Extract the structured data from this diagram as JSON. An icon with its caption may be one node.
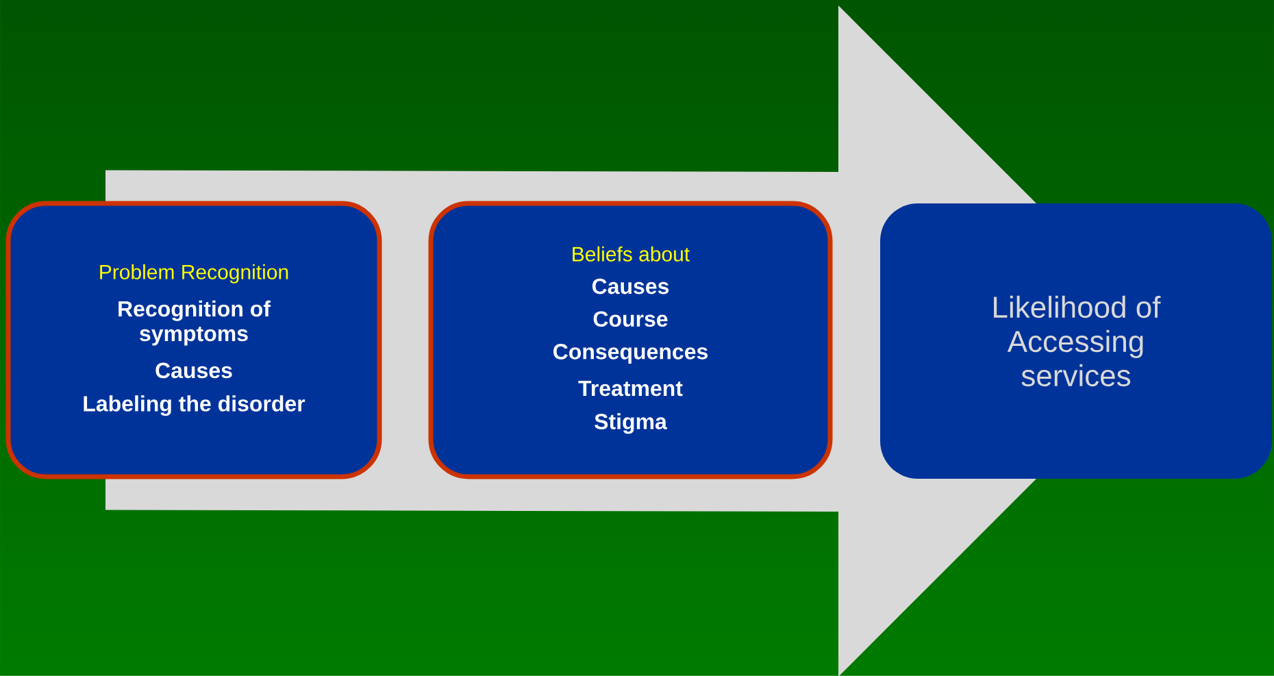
{
  "diagram": {
    "nodes": [
      {
        "text": [
          "Problem Recognition",
          "Recognition of symptoms",
          "Causes",
          "Labeling the disorder"
        ]
      },
      {
        "text": [
          "Beliefs about",
          "Causes",
          "Course",
          "Consequences",
          "Treatment",
          "Stigma"
        ]
      },
      {
        "text": [
          "Likelihood of Accessing services"
        ]
      }
    ],
    "edges": [
      {
        "from": 0,
        "to": 2,
        "arrow": "to"
      }
    ]
  }
}
